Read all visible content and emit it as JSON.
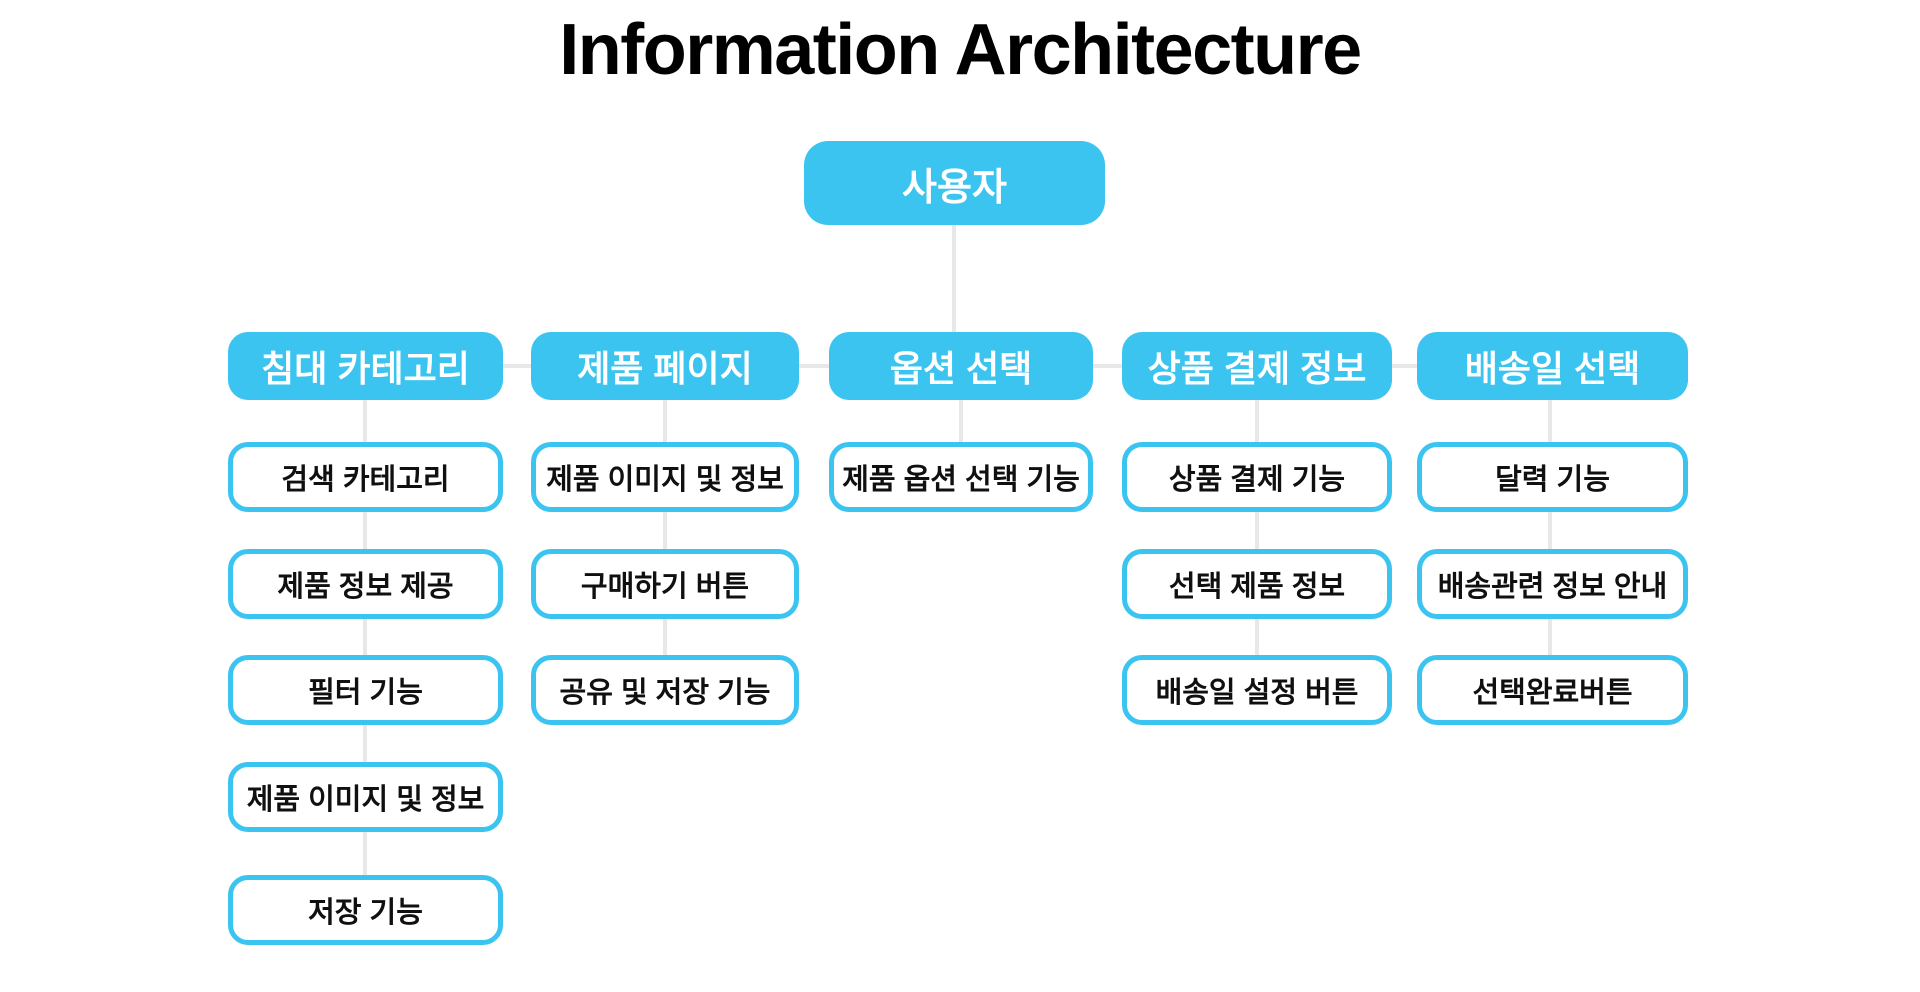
{
  "title": "Information Architecture",
  "root": {
    "label": "사용자"
  },
  "colors": {
    "accent": "#3CC4F0",
    "connector": "#E8E8E8",
    "node_text": "#101010",
    "header_text": "#FFFFFF",
    "title_text": "#000000",
    "background": "#FFFFFF"
  },
  "columns": [
    {
      "title": "침대 카테고리",
      "children": [
        "검색 카테고리",
        "제품 정보 제공",
        "필터 기능",
        "제품 이미지 및 정보",
        "저장 기능"
      ]
    },
    {
      "title": "제품 페이지",
      "children": [
        "제품 이미지 및 정보",
        "구매하기 버튼",
        "공유 및 저장 기능"
      ]
    },
    {
      "title": "옵션 선택",
      "children": [
        "제품 옵션 선택 기능"
      ]
    },
    {
      "title": "상품 결제 정보",
      "children": [
        "상품 결제 기능",
        "선택 제품 정보",
        "배송일 설정 버튼"
      ]
    },
    {
      "title": "배송일 선택",
      "children": [
        "달력 기능",
        "배송관련 정보 안내",
        "선택완료버튼"
      ]
    }
  ]
}
